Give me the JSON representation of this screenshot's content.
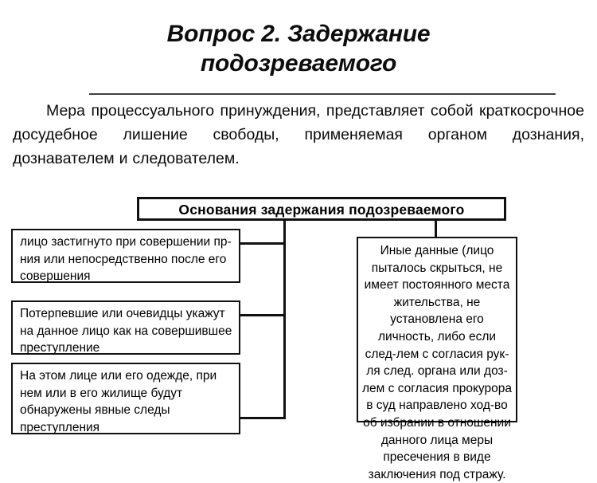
{
  "slide": {
    "title_line_1": "Вопрос 2. Задержание",
    "title_line_2": "подозреваемого",
    "paragraph": "Мера процессуального принуждения, представляет собой краткосрочное досудебное лишение свободы, применяемая органом дознания, дознавателем и следователем."
  },
  "diagram": {
    "header": {
      "label": "Основания задержания подозреваемого"
    },
    "left_items": [
      {
        "label": "лицо застигнуто при совершении пр-ния или непосредственно после его совершения"
      },
      {
        "label": "Потерпевшие или очевидцы укажут на данное лицо как на совершившее преступление"
      },
      {
        "label": "На этом лице или его одежде, при нем или в его жилище будут обнаружены явные следы преступления"
      }
    ],
    "right_item": {
      "label": "Иные данные (лицо пыталось скрыться, не имеет постоянного места жительства, не установлена его личность, либо если след-лем с согласия рук-ля след. органа или доз-лем с согласия прокурора в суд направлено ход-во об избрании в отношении данного лица меры пресечения в виде заключения под стражу."
    }
  },
  "colors": {
    "background": "#ffffff",
    "text": "#000000",
    "border": "#111111",
    "rule": "#3f3f3f"
  }
}
